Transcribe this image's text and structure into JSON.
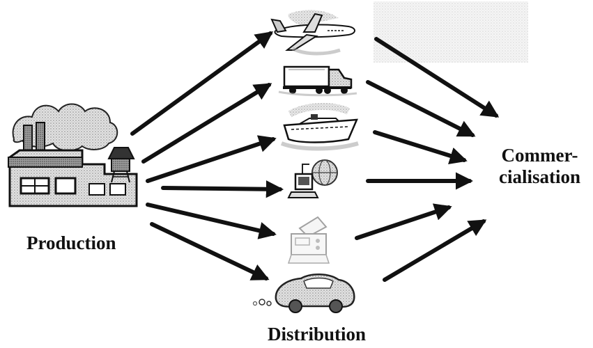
{
  "labels": {
    "production": "Production",
    "distribution": "Distribution",
    "commercialisation_line1": "Commer-",
    "commercialisation_line2": "cialisation"
  },
  "icons": {
    "source": "factory-icon",
    "transport": [
      "airplane-icon",
      "truck-icon",
      "ship-icon",
      "computer-network-icon",
      "fax-machine-icon",
      "car-icon"
    ]
  },
  "colors": {
    "ink": "#111111",
    "shade": "#9a9a9a",
    "light": "#d6d6d6"
  }
}
